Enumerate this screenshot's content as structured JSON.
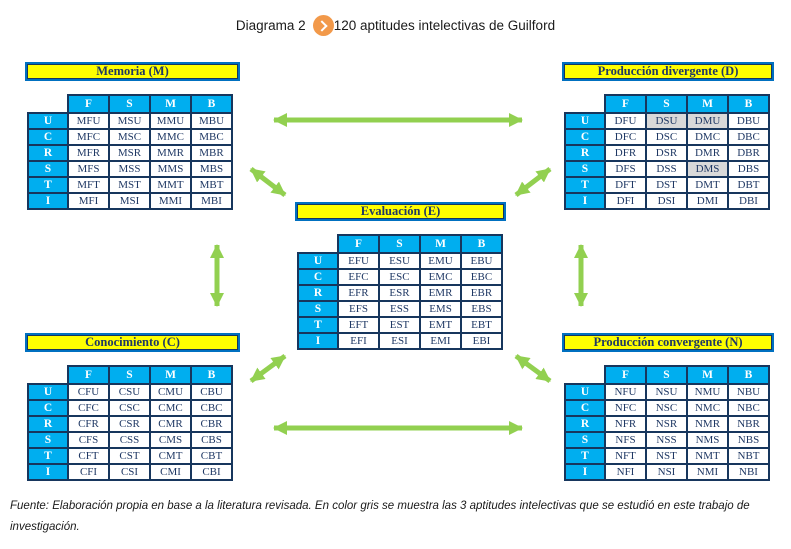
{
  "header": {
    "title_prefix": "Diagrama 2",
    "title_text": "120 aptitudes intelectivas de Guilford",
    "bullet_icon": "chevron-right-circle-icon"
  },
  "colors": {
    "header_cell_cyan": "#00AEEF",
    "border_navy": "#17365D",
    "text_navy": "#1F3864",
    "title_bar_yellow": "#FFFF00",
    "title_bar_border_blue": "#0070C0",
    "arrow_green": "#92D050",
    "highlight_gray": "#D9D9D9",
    "bullet_orange": "#F2994A"
  },
  "columns": [
    "F",
    "S",
    "M",
    "B"
  ],
  "row_labels": [
    "U",
    "C",
    "R",
    "S",
    "T",
    "I"
  ],
  "tables": [
    {
      "id": "memoria",
      "title": "Memoria (M)",
      "gray_cells": [],
      "cells": [
        [
          "MFU",
          "MSU",
          "MMU",
          "MBU"
        ],
        [
          "MFC",
          "MSC",
          "MMC",
          "MBC"
        ],
        [
          "MFR",
          "MSR",
          "MMR",
          "MBR"
        ],
        [
          "MFS",
          "MSS",
          "MMS",
          "MBS"
        ],
        [
          "MFT",
          "MST",
          "MMT",
          "MBT"
        ],
        [
          "MFI",
          "MSI",
          "MMI",
          "MBI"
        ]
      ]
    },
    {
      "id": "divergente",
      "title": "Producción divergente (D)",
      "gray_cells": [
        "DSU",
        "DMU",
        "DMS"
      ],
      "cells": [
        [
          "DFU",
          "DSU",
          "DMU",
          "DBU"
        ],
        [
          "DFC",
          "DSC",
          "DMC",
          "DBC"
        ],
        [
          "DFR",
          "DSR",
          "DMR",
          "DBR"
        ],
        [
          "DFS",
          "DSS",
          "DMS",
          "DBS"
        ],
        [
          "DFT",
          "DST",
          "DMT",
          "DBT"
        ],
        [
          "DFI",
          "DSI",
          "DMI",
          "DBI"
        ]
      ]
    },
    {
      "id": "evaluacion",
      "title": "Evaluación (E)",
      "gray_cells": [],
      "cells": [
        [
          "EFU",
          "ESU",
          "EMU",
          "EBU"
        ],
        [
          "EFC",
          "ESC",
          "EMC",
          "EBC"
        ],
        [
          "EFR",
          "ESR",
          "EMR",
          "EBR"
        ],
        [
          "EFS",
          "ESS",
          "EMS",
          "EBS"
        ],
        [
          "EFT",
          "EST",
          "EMT",
          "EBT"
        ],
        [
          "EFI",
          "ESI",
          "EMI",
          "EBI"
        ]
      ]
    },
    {
      "id": "conocimiento",
      "title": "Conocimiento (C)",
      "gray_cells": [],
      "cells": [
        [
          "CFU",
          "CSU",
          "CMU",
          "CBU"
        ],
        [
          "CFC",
          "CSC",
          "CMC",
          "CBC"
        ],
        [
          "CFR",
          "CSR",
          "CMR",
          "CBR"
        ],
        [
          "CFS",
          "CSS",
          "CMS",
          "CBS"
        ],
        [
          "CFT",
          "CST",
          "CMT",
          "CBT"
        ],
        [
          "CFI",
          "CSI",
          "CMI",
          "CBI"
        ]
      ]
    },
    {
      "id": "convergente",
      "title": "Producción convergente (N)",
      "gray_cells": [],
      "cells": [
        [
          "NFU",
          "NSU",
          "NMU",
          "NBU"
        ],
        [
          "NFC",
          "NSC",
          "NMC",
          "NBC"
        ],
        [
          "NFR",
          "NSR",
          "NMR",
          "NBR"
        ],
        [
          "NFS",
          "NSS",
          "NMS",
          "NBS"
        ],
        [
          "NFT",
          "NST",
          "NMT",
          "NBT"
        ],
        [
          "NFI",
          "NSI",
          "NMI",
          "NBI"
        ]
      ]
    }
  ],
  "footnote": "Fuente: Elaboración propia en base a la literatura revisada. En color gris se muestra las 3 aptitudes intelectivas que se estudió en este trabajo de investigación."
}
